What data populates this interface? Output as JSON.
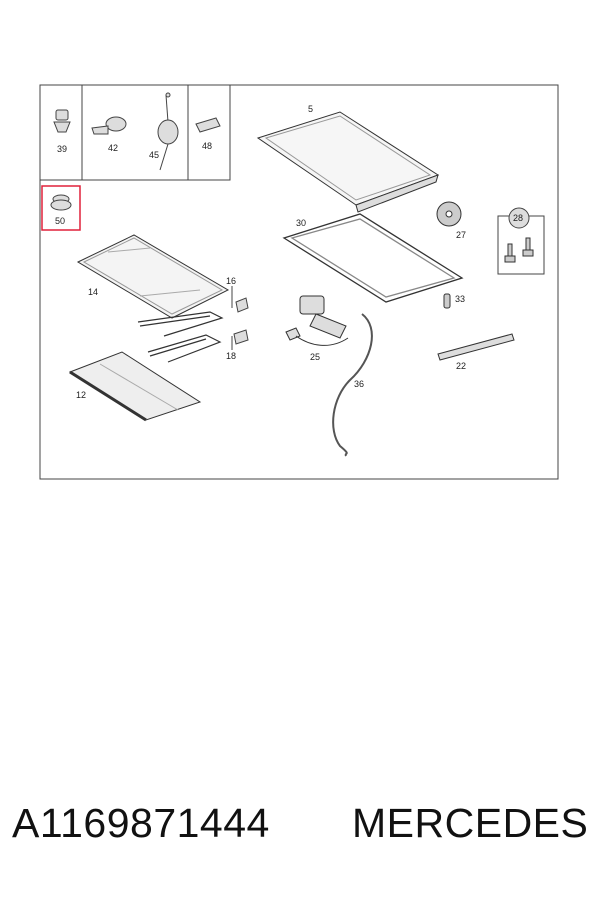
{
  "diagram": {
    "callouts": {
      "c5": "5",
      "c14": "14",
      "c12": "12",
      "c16": "16",
      "c18": "18",
      "c22": "22",
      "c25": "25",
      "c27": "27",
      "c28": "28",
      "c30": "30",
      "c33": "33",
      "c36": "36",
      "c39": "39",
      "c42": "42",
      "c45": "45",
      "c48": "48",
      "c50": "50"
    },
    "highlight_color": "#e0203a",
    "line_color": "#333333"
  },
  "caption": {
    "part_number": "A1169871444",
    "brand": "MERCEDES"
  }
}
